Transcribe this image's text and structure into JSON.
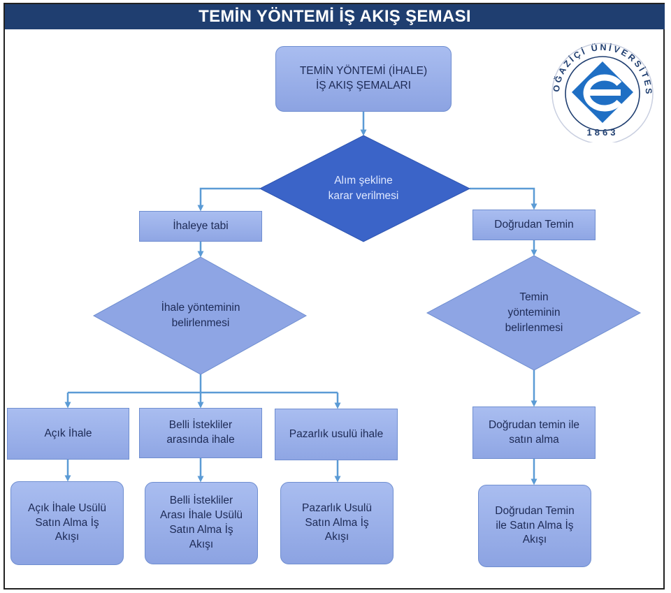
{
  "title": "TEMİN YÖNTEMİ İŞ AKIŞ ŞEMASI",
  "logo": {
    "ring_text": "BOĞAZİÇİ ÜNİVERSİTESİ",
    "year": "1863"
  },
  "nodes": {
    "start": "TEMİN YÖNTEMİ (İHALE)\nİŞ AKIŞ ŞEMALARI",
    "decision_main": "Alım şekline\nkarar verilmesi",
    "ihale_tabi": "İhaleye tabi",
    "dogrudan_temin": "Doğrudan Temin",
    "decision_ihale": "İhale yönteminin\nbelirlenmesi",
    "decision_temin": "Temin\nyönteminin\nbelirlenmesi",
    "acik_ihale": "Açık İhale",
    "belli_istekliler": "Belli İstekliler\narasında ihale",
    "pazarlik": "Pazarlık usulü ihale",
    "dogrudan_satin": "Doğrudan temin ile\nsatın alma",
    "end_acik": "Açık İhale Usülü\nSatın Alma İş\nAkışı",
    "end_belli": "Belli İstekliler\nArası İhale Usülü\nSatın Alma İş\nAkışı",
    "end_pazarlik": "Pazarlık Usulü\nSatın Alma İş\nAkışı",
    "end_dogrudan": "Doğrudan Temin\nile Satın Alma İş\nAkışı"
  },
  "colors": {
    "title_bg": "#1f3e70",
    "node_fill": "#9fb4ec",
    "node_border": "#6f8ed0",
    "main_diamond": "#3b64c8",
    "connector": "#5b9bd5",
    "logo_blue": "#1f6fc4",
    "logo_navy": "#1f3e70"
  }
}
